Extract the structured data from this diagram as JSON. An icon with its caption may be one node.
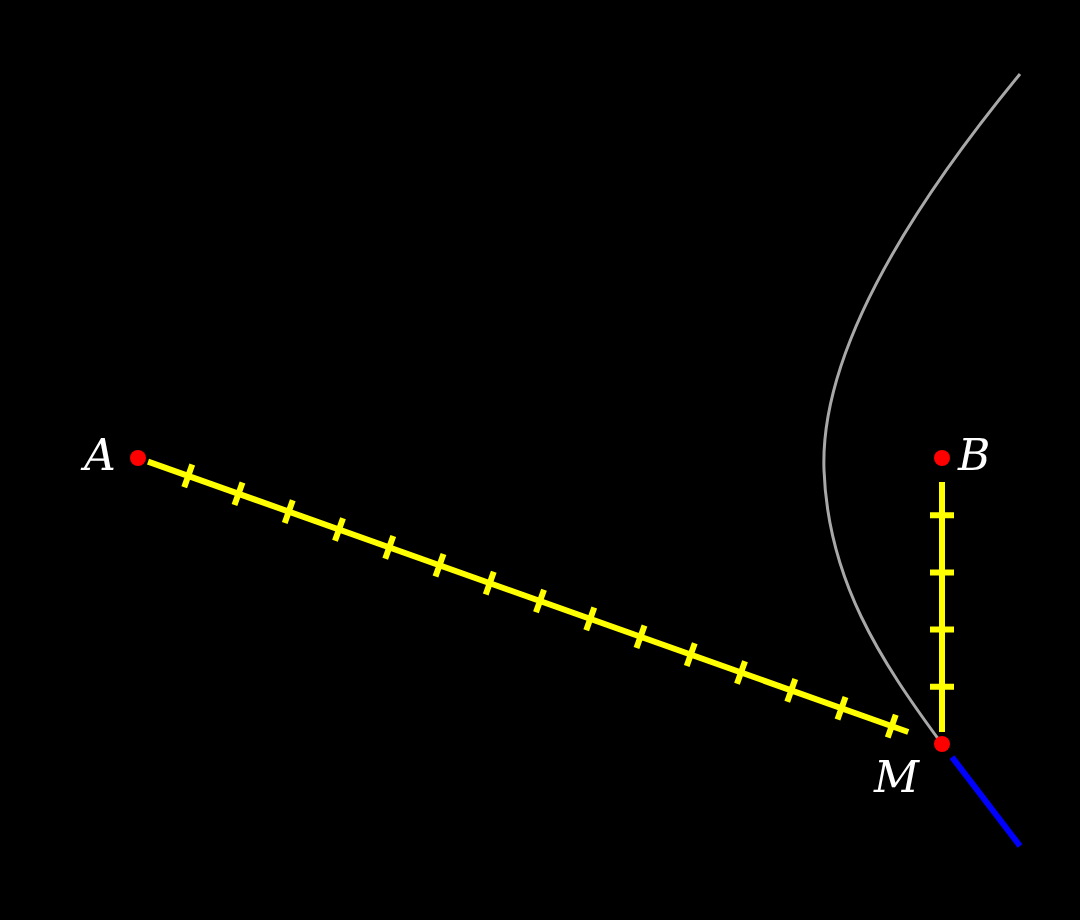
{
  "diagram": {
    "nodes": [
      {
        "text": [
          "A"
        ]
      },
      {
        "text": [
          "B"
        ]
      },
      {
        "text": [
          "M"
        ]
      }
    ],
    "edges": [
      {
        "from": 0,
        "to": 2,
        "arrow": "none"
      },
      {
        "from": 1,
        "to": 2,
        "arrow": "none"
      },
      {
        "from": 2,
        "to": null,
        "arrow": "none",
        "color": "#0000ff"
      }
    ]
  }
}
